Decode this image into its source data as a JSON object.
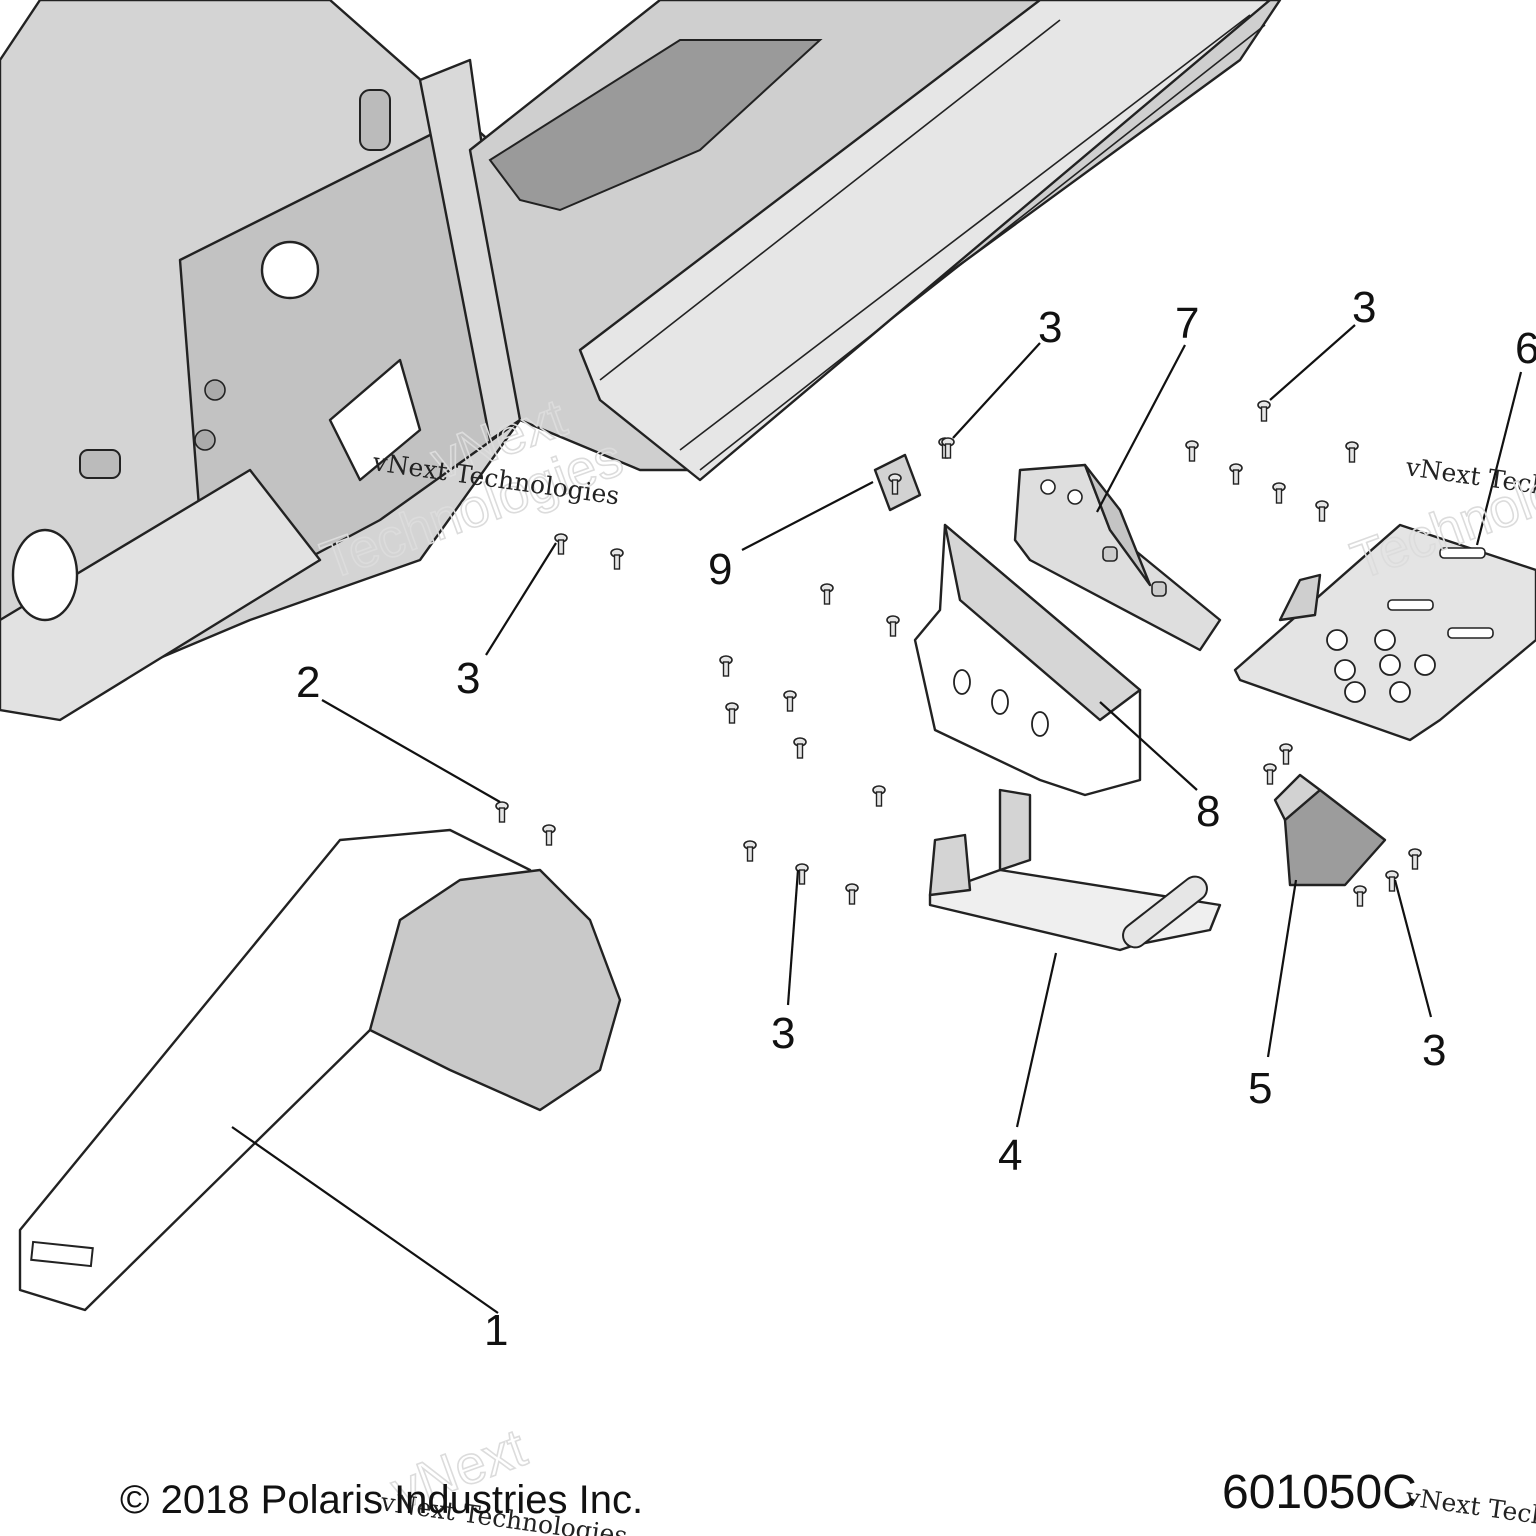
{
  "footer": {
    "copyright": "© 2018 Polaris Industries Inc.",
    "drawing_number": "601050C"
  },
  "watermark": {
    "line1": "vNext Technologies",
    "line2": "vNext",
    "line3": "Technologies"
  },
  "callouts": {
    "c1": "1",
    "c2": "2",
    "c3a": "3",
    "c3b": "3",
    "c3c": "3",
    "c3d": "3",
    "c3e": "3",
    "c4": "4",
    "c5": "5",
    "c6": "6",
    "c7": "7",
    "c8": "8",
    "c9": "9"
  },
  "colors": {
    "part_fill": "#c9c9c9",
    "part_dark": "#8e8e8e",
    "line": "#222222"
  }
}
